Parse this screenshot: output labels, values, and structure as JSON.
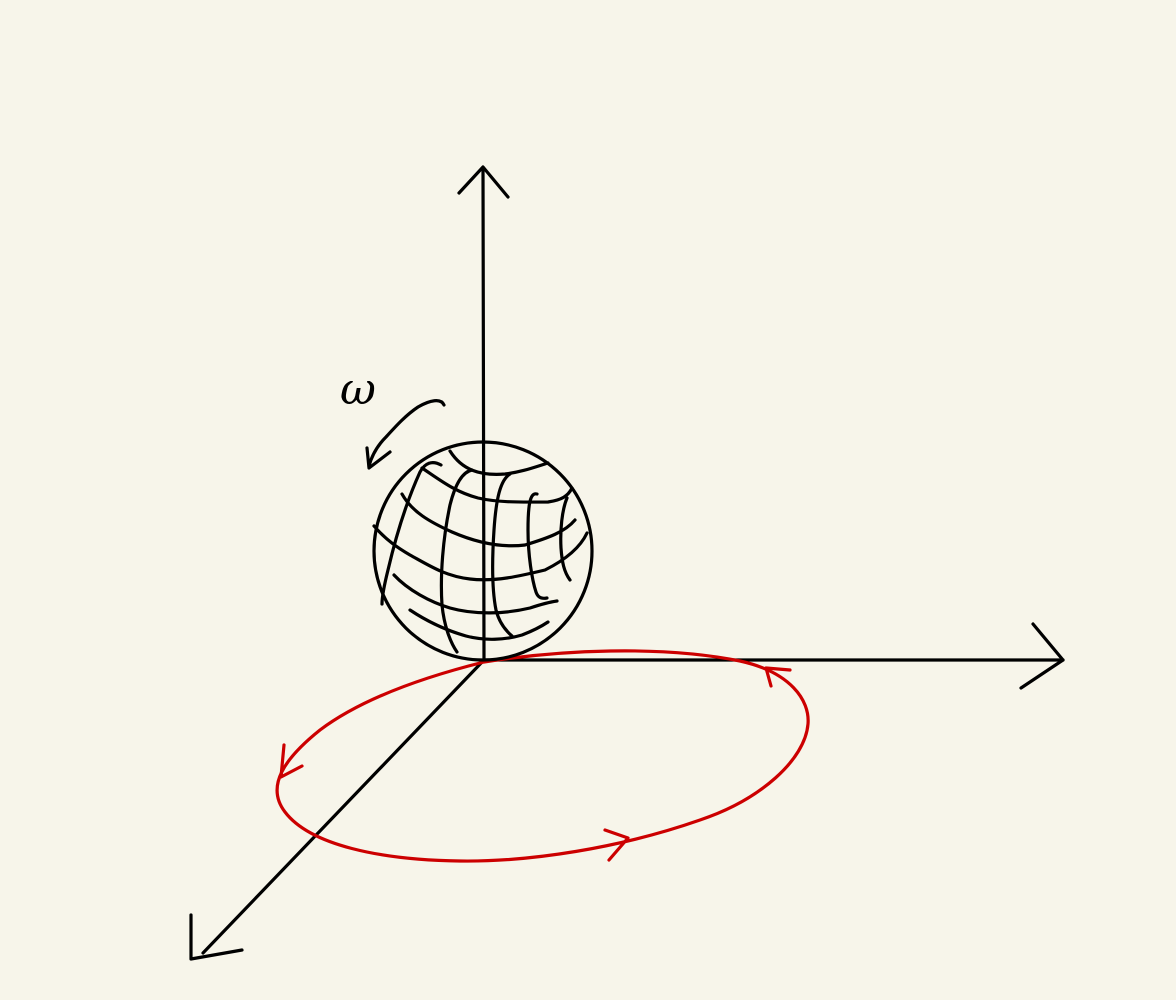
{
  "diagram": {
    "type": "sketch",
    "background_color": "#f7f5ea",
    "ink_color": "#000000",
    "orbit_color": "#cc0000",
    "angular_velocity_label": "ω",
    "elements": [
      "vertical-axis-arrow",
      "horizontal-axis-arrow",
      "diagonal-axis-arrow",
      "globe-with-grid",
      "spin-arrow",
      "orbit-ellipse-with-direction-arrows"
    ]
  }
}
